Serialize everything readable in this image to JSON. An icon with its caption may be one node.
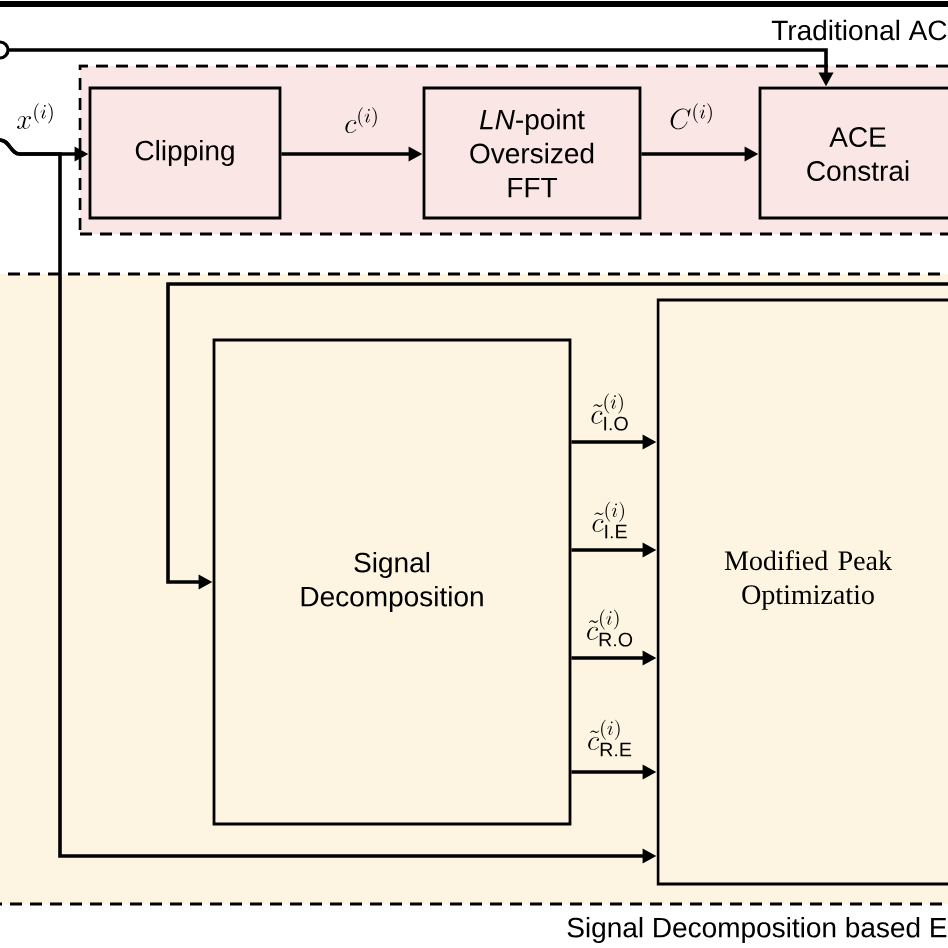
{
  "diagram": {
    "nodes": [
      {
        "text": [
          "Traditional AC"
        ]
      },
      {
        "text": [
          "Clipping"
        ],
        "in": 0
      },
      {
        "text": [
          "*LN*-point Oversized FFT"
        ],
        "in": 0
      },
      {
        "text": [
          "ACE Constrai"
        ],
        "in": 0
      },
      {
        "text": [
          "Signal Decomposition based E"
        ]
      },
      {
        "text": [
          "Signal Decomposition"
        ],
        "in": 4
      },
      {
        "text": [
          "Modified Peak Optimizatio"
        ],
        "in": 4
      }
    ],
    "edges": [
      {
        "from": null,
        "to": 1,
        "arrow": "to",
        "label": "x^{(i)}"
      },
      {
        "from": 1,
        "to": 2,
        "arrow": "to",
        "label": "c^{(i)}"
      },
      {
        "from": 2,
        "to": 3,
        "arrow": "to",
        "label": "C^{(i)}"
      },
      {
        "from": null,
        "to": 3,
        "arrow": "to"
      },
      {
        "from": null,
        "to": 6,
        "arrow": "to"
      },
      {
        "from": null,
        "to": 5,
        "arrow": "to"
      },
      {
        "from": 5,
        "to": 6,
        "arrow": "to",
        "label": "\\tilde{c}^{(i)}_{\\mathrm{I.O}}"
      },
      {
        "from": 5,
        "to": 6,
        "arrow": "to",
        "label": "\\tilde{c}^{(i)}_{\\mathrm{I.E}}"
      },
      {
        "from": 5,
        "to": 6,
        "arrow": "to",
        "label": "\\tilde{c}^{(i)}_{\\mathrm{R.O}}"
      },
      {
        "from": 5,
        "to": 6,
        "arrow": "to",
        "label": "\\tilde{c}^{(i)}_{\\mathrm{R.E}}"
      }
    ]
  }
}
